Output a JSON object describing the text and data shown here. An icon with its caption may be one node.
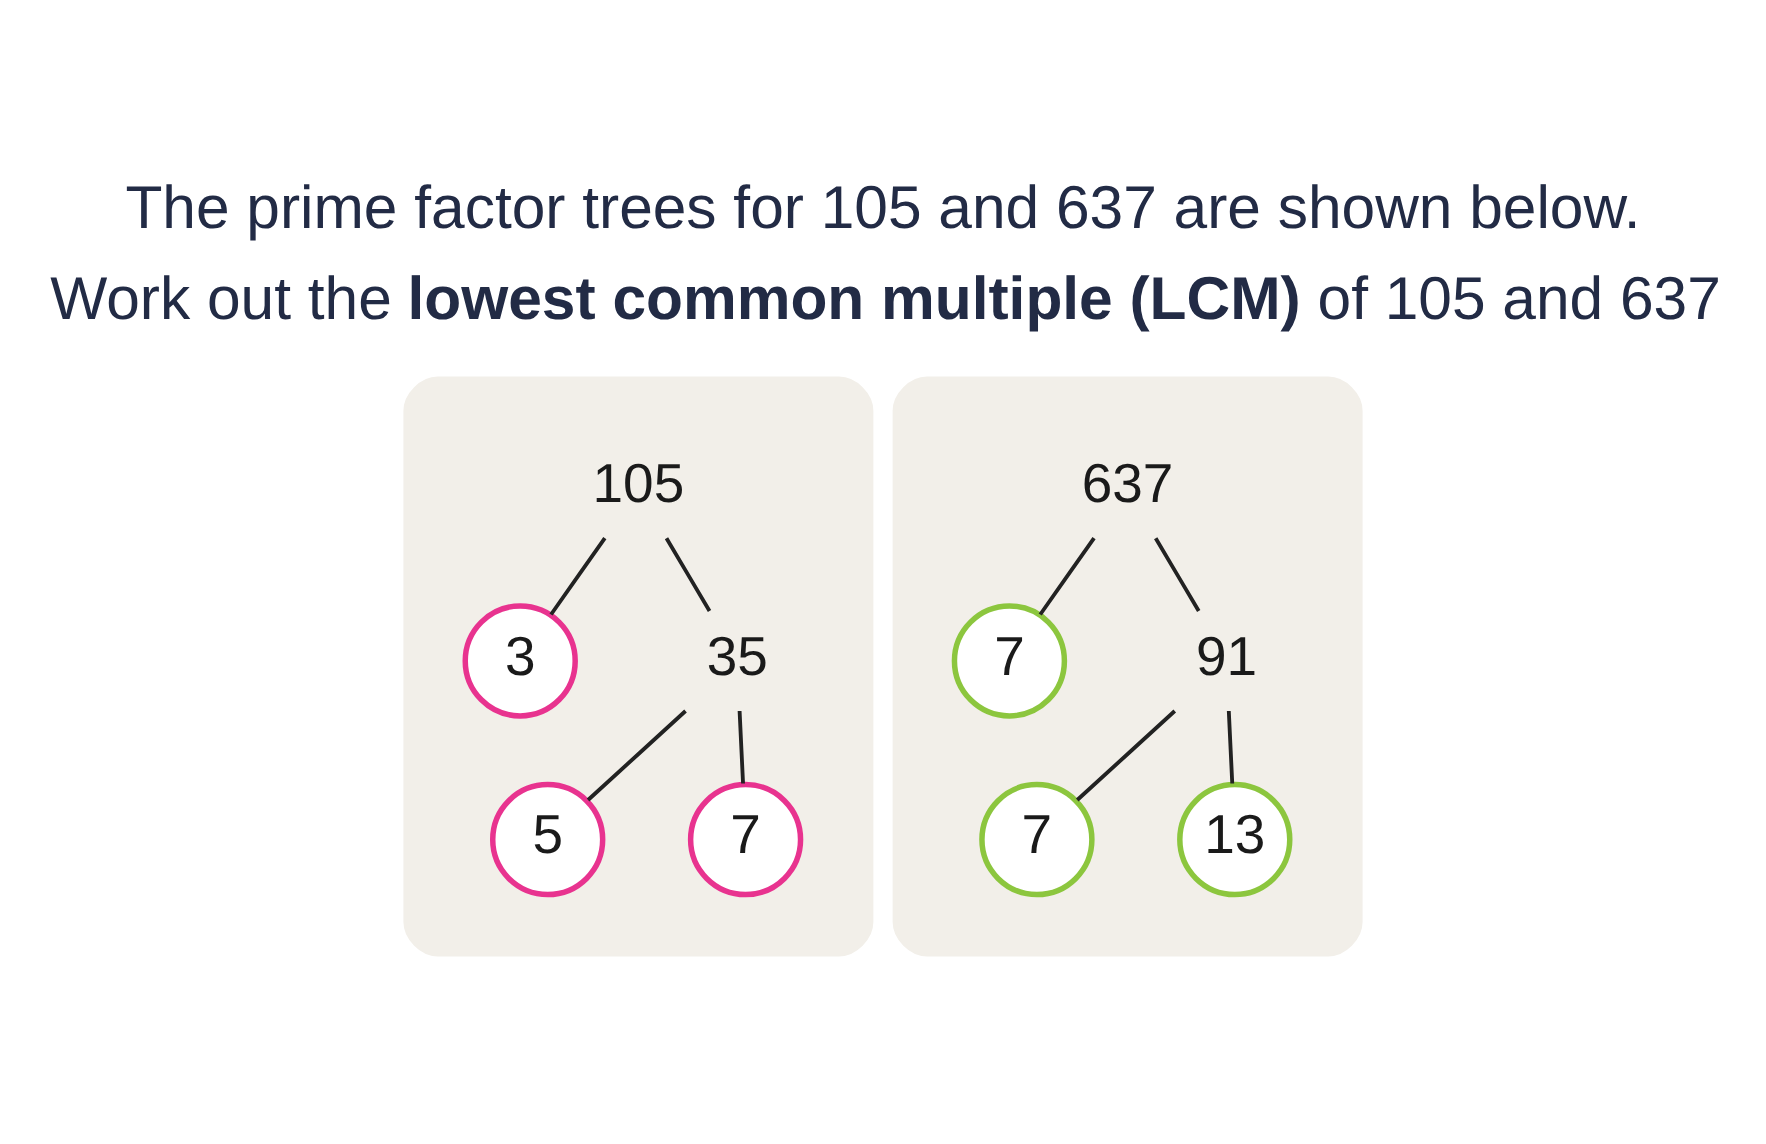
{
  "diagram": {
    "title": "The prime factor trees for 105 and 637 are shown below.",
    "nodes": [
      {
        "text": [],
        "shape": "box"
      },
      {
        "text": [
          "105"
        ],
        "in": 0
      },
      {
        "text": [
          "3"
        ],
        "in": 0
      },
      {
        "text": [
          "35"
        ],
        "in": 0
      },
      {
        "text": [
          "5"
        ],
        "in": 0
      },
      {
        "text": [
          "7"
        ],
        "in": 0
      },
      {
        "text": [],
        "shape": "box"
      },
      {
        "text": [
          "637"
        ],
        "in": 6
      },
      {
        "text": [
          "7"
        ],
        "in": 6
      },
      {
        "text": [
          "91"
        ],
        "in": 6
      },
      {
        "text": [
          "7"
        ],
        "in": 6
      },
      {
        "text": [
          "13"
        ],
        "in": 6
      }
    ],
    "edges": [
      {
        "from": 1,
        "to": 2,
        "arrow": "none"
      },
      {
        "from": 1,
        "to": 3,
        "arrow": "none"
      },
      {
        "from": 3,
        "to": 4,
        "arrow": "none"
      },
      {
        "from": 3,
        "to": 5,
        "arrow": "none"
      },
      {
        "from": 7,
        "to": 8,
        "arrow": "none"
      },
      {
        "from": 7,
        "to": 9,
        "arrow": "none"
      },
      {
        "from": 9,
        "to": 10,
        "arrow": "none"
      },
      {
        "from": 9,
        "to": 11,
        "arrow": "none"
      }
    ],
    "labels": [
      "Work out the **lowest common multiple (LCM)** of 105 and 637"
    ]
  }
}
